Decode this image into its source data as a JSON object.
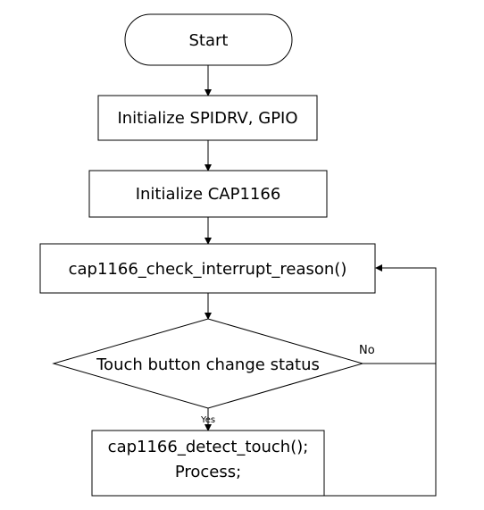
{
  "flowchart": {
    "start": {
      "label": "Start"
    },
    "init_spi": {
      "label": "Initialize SPIDRV, GPIO"
    },
    "init_cap": {
      "label": "Initialize CAP1166"
    },
    "check_interrupt": {
      "label": "cap1166_check_interrupt_reason()"
    },
    "decision": {
      "label": "Touch button change status",
      "no_label": "No",
      "yes_label": "Yes"
    },
    "detect": {
      "line1": "cap1166_detect_touch();",
      "line2": "Process;"
    }
  }
}
